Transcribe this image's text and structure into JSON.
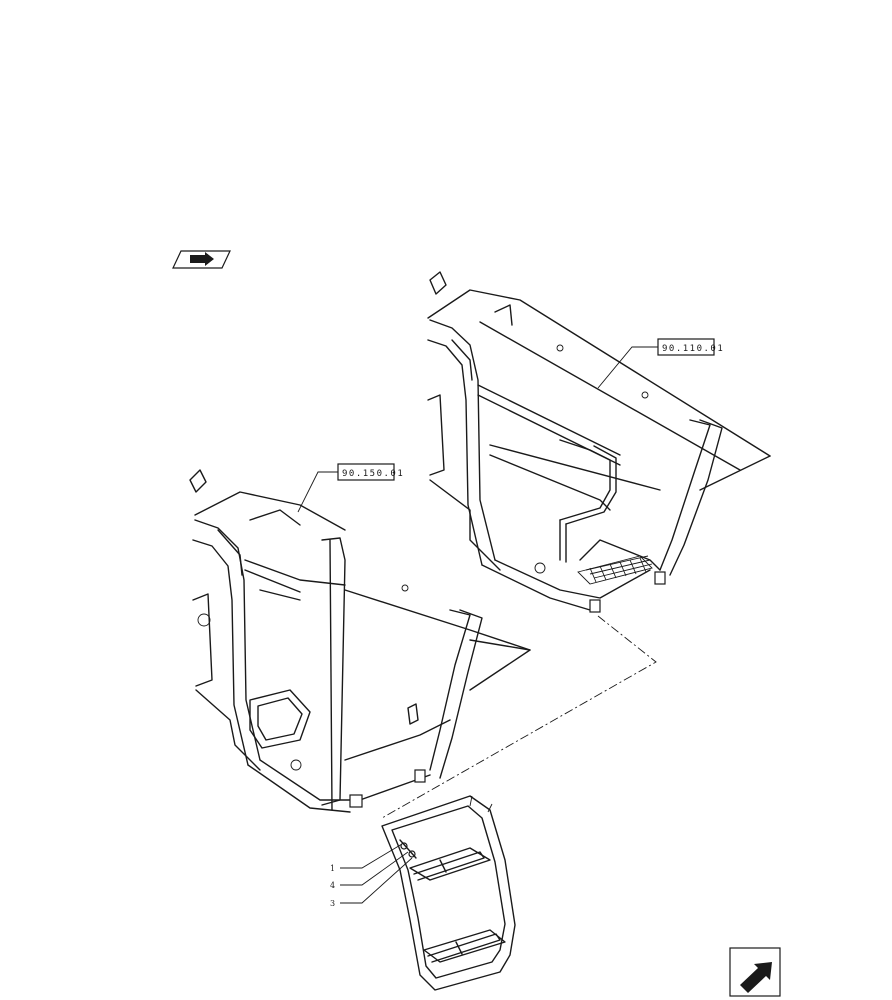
{
  "references": {
    "ref_upper": "90.110.01",
    "ref_lower": "90.150.01"
  },
  "callouts": [
    "1",
    "4",
    "3"
  ],
  "icons": {
    "top_left": "previous-page-arrow-icon",
    "bottom_right": "next-page-arrow-icon"
  }
}
